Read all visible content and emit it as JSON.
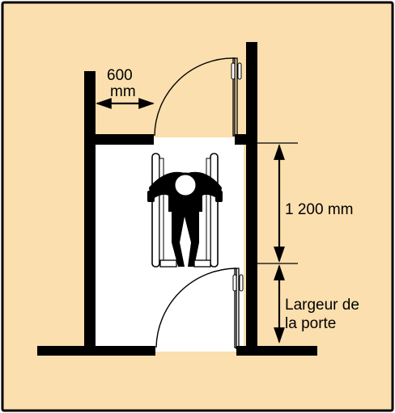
{
  "colors": {
    "background": "#FBDFAE",
    "border": "#000000",
    "floor": "#FFFFFF",
    "wall": "#000000"
  },
  "labels": {
    "opening_value": "600",
    "opening_unit": "mm",
    "depth": "1 200 mm",
    "door_width_line1": "Largeur de",
    "door_width_line2": "la porte"
  },
  "icons": {
    "figure": "wheelchair-user-icon",
    "door_top": "door-swing-icon",
    "door_bottom": "door-swing-icon"
  }
}
